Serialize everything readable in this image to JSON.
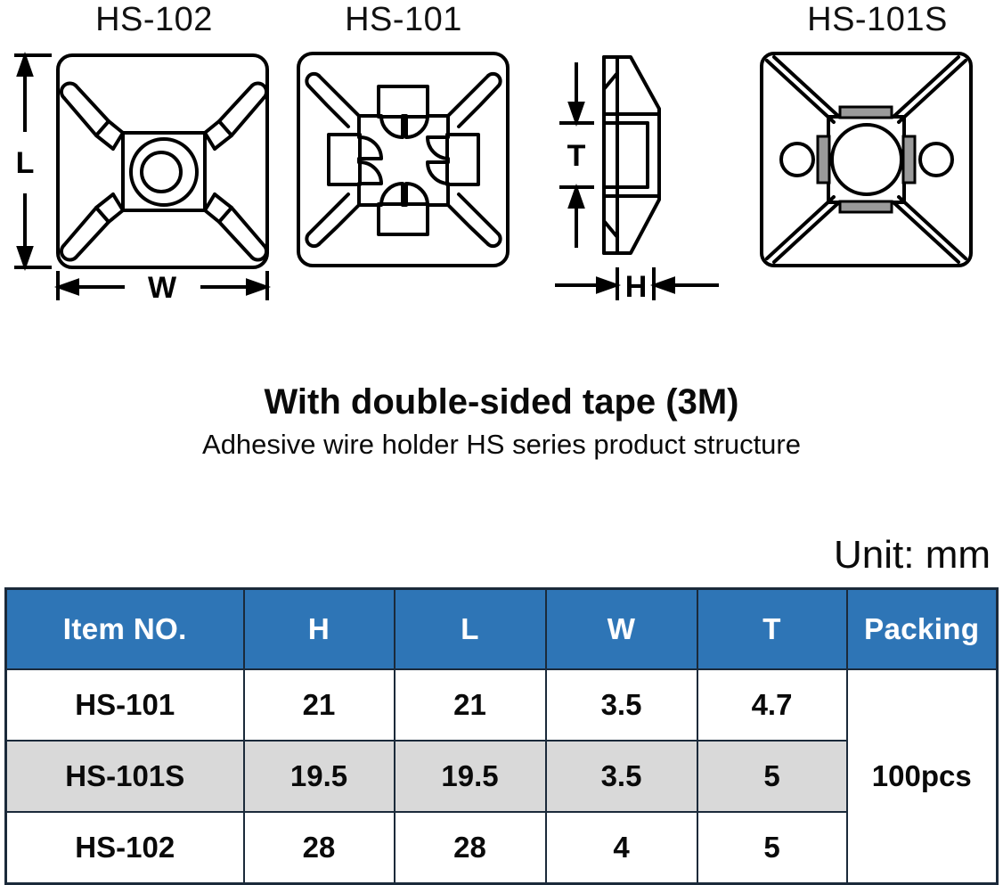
{
  "diagrams": {
    "labels": [
      {
        "id": "hs102",
        "text": "HS-102"
      },
      {
        "id": "hs101",
        "text": "HS-101"
      },
      {
        "id": "hs101s",
        "text": "HS-101S"
      }
    ],
    "dimension_markers": {
      "length": "L",
      "width": "W",
      "thickness": "T",
      "height": "H"
    }
  },
  "caption": {
    "title": "With double-sided tape (3M)",
    "subtitle": "Adhesive wire holder HS series product structure"
  },
  "unit_note": "Unit: mm",
  "table": {
    "headers": [
      "Item NO.",
      "H",
      "L",
      "W",
      "T",
      "Packing"
    ],
    "rows": [
      {
        "item": "HS-101",
        "h": "21",
        "l": "21",
        "w": "3.5",
        "t": "4.7"
      },
      {
        "item": "HS-101S",
        "h": "19.5",
        "l": "19.5",
        "w": "3.5",
        "t": "5"
      },
      {
        "item": "HS-102",
        "h": "28",
        "l": "28",
        "w": "4",
        "t": "5"
      }
    ],
    "packing": "100pcs",
    "colors": {
      "header_background": "#2E75B6",
      "header_text": "#FFFFFF",
      "alt_row_background": "#D9D9D9",
      "border": "#1B2A3A"
    }
  }
}
